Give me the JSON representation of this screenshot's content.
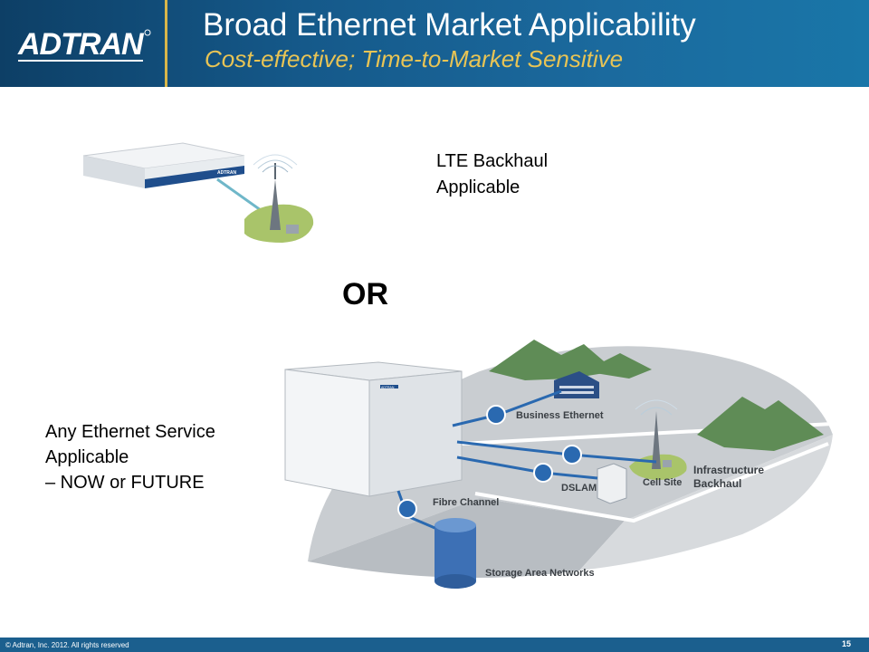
{
  "header": {
    "logo_text": "ADTRAN",
    "title": "Broad Ethernet Market Applicability",
    "subtitle": "Cost-effective; Time-to-Market Sensitive"
  },
  "content": {
    "lte_line1": "LTE Backhaul",
    "lte_line2": "Applicable",
    "or_label": "OR",
    "any_line1": "Any Ethernet Service",
    "any_line2": "Applicable",
    "any_line3": "– NOW or FUTURE"
  },
  "diagram": {
    "device_brand": "ADTRAN",
    "business_ethernet": "Business Ethernet",
    "dslam": "DSLAM",
    "cell_site": "Cell Site",
    "infrastructure_line1": "Infrastructure",
    "infrastructure_line2": "Backhaul",
    "fibre_channel": "Fibre Channel",
    "storage_area_networks": "Storage Area Networks"
  },
  "footer": {
    "copyright": "© Adtran, Inc. 2012. All rights reserved",
    "page_number": "15"
  },
  "colors": {
    "header_blue": "#15598a",
    "accent_gold": "#e8c455",
    "footer_blue": "#1b5f8e"
  }
}
